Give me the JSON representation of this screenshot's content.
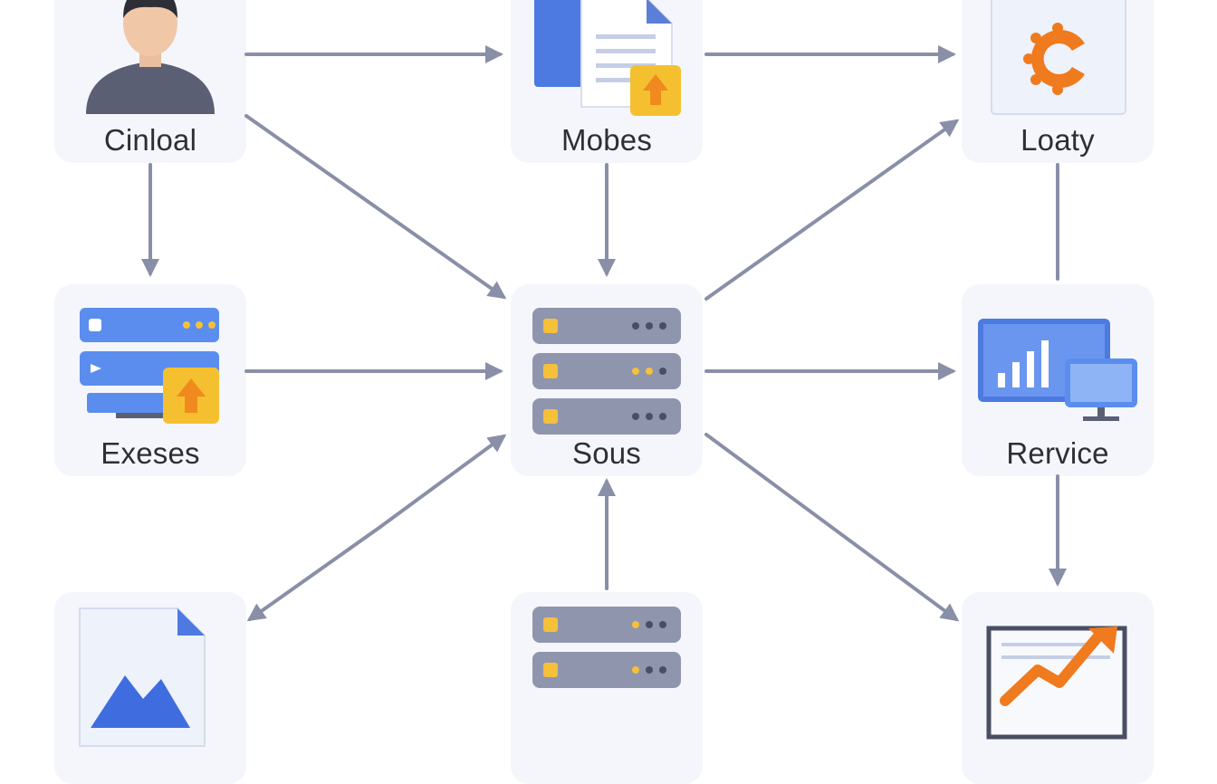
{
  "diagram": {
    "nodes": [
      {
        "id": "cinloal",
        "label": "Cinloal",
        "icon": "user-avatar-icon"
      },
      {
        "id": "mobes",
        "label": "Mobes",
        "icon": "document-upload-icon"
      },
      {
        "id": "loaty",
        "label": "Loaty",
        "icon": "orange-c-logo-icon"
      },
      {
        "id": "exeses",
        "label": "Exeses",
        "icon": "server-upload-icon"
      },
      {
        "id": "sous",
        "label": "Sous",
        "icon": "server-stack-icon"
      },
      {
        "id": "rervice",
        "label": "Rervice",
        "icon": "monitor-chart-icon"
      },
      {
        "id": "bottom-left",
        "label": "",
        "icon": "image-file-icon"
      },
      {
        "id": "bottom-center",
        "label": "",
        "icon": "server-stack-icon"
      },
      {
        "id": "bottom-right",
        "label": "",
        "icon": "trend-chart-icon"
      }
    ],
    "edges": [
      {
        "from": "cinloal",
        "to": "mobes"
      },
      {
        "from": "mobes",
        "to": "loaty"
      },
      {
        "from": "cinloal",
        "to": "exeses"
      },
      {
        "from": "cinloal",
        "to": "sous"
      },
      {
        "from": "mobes",
        "to": "sous"
      },
      {
        "from": "sous",
        "to": "loaty"
      },
      {
        "from": "loaty",
        "to": "rervice"
      },
      {
        "from": "exeses",
        "to": "sous"
      },
      {
        "from": "sous",
        "to": "rervice"
      },
      {
        "from": "rervice",
        "to": "bottom-right"
      },
      {
        "from": "sous",
        "to": "bottom-left"
      },
      {
        "from": "bottom-left",
        "to": "sous"
      },
      {
        "from": "bottom-center",
        "to": "sous"
      },
      {
        "from": "sous",
        "to": "bottom-right"
      }
    ],
    "colors": {
      "arrow": "#8a8fa8",
      "node_bg": "#f4f6fb",
      "server": "#8f95ad",
      "server_led": "#f5c03a",
      "blue": "#5b8def",
      "upload_yellow": "#f5c030",
      "orange": "#f07a1e"
    }
  }
}
